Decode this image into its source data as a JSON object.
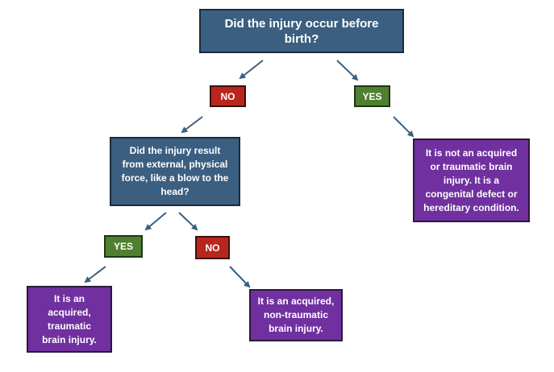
{
  "nodes": {
    "q1": "Did the injury occur before birth?",
    "no1": "NO",
    "yes1": "YES",
    "q2": "Did the injury result from external, physical force, like a blow to the head?",
    "a1": "It is not an acquired or traumatic brain injury. It is a congenital defect or hereditary condition.",
    "yes2": "YES",
    "no2": "NO",
    "a2": "It is an acquired, traumatic brain injury.",
    "a3": "It is an acquired, non-traumatic brain injury."
  },
  "colors": {
    "question": "#3b5f80",
    "answer": "#7030a0",
    "no": "#b8261e",
    "yes": "#4e8030",
    "arrow": "#3b5f80"
  }
}
